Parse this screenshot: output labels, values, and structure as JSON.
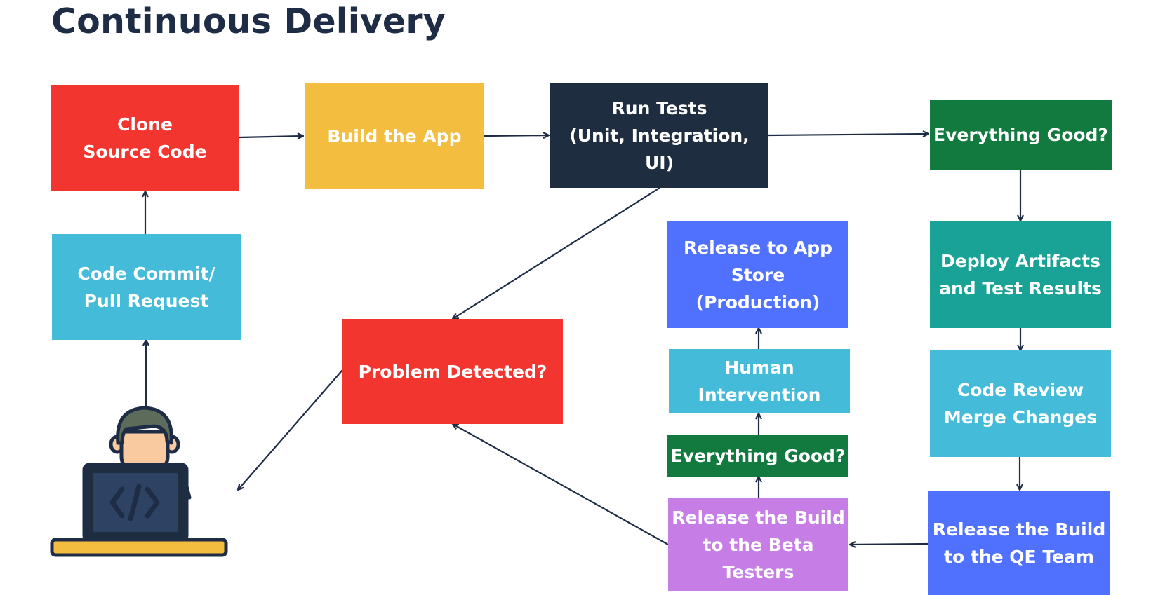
{
  "title": "Continuous Delivery",
  "colors": {
    "red": "#f2352e",
    "yellow": "#f3bd40",
    "navy": "#1f2d41",
    "green": "#127a3e",
    "teal": "#18a396",
    "cyan": "#44bbd8",
    "blue": "#5071fe",
    "purple": "#c67ee6",
    "arrow": "#1e2d45"
  },
  "nodes": {
    "clone": {
      "lines": [
        "Clone",
        "Source Code"
      ],
      "color": "red"
    },
    "build": {
      "lines": [
        "Build the App"
      ],
      "color": "yellow"
    },
    "tests": {
      "lines": [
        "Run Tests",
        "(Unit, Integration, UI)"
      ],
      "color": "navy"
    },
    "good1": {
      "lines": [
        "Everything Good?"
      ],
      "color": "green"
    },
    "commit": {
      "lines": [
        "Code Commit/",
        "Pull Request"
      ],
      "color": "cyan"
    },
    "problem": {
      "lines": [
        "Problem Detected?"
      ],
      "color": "red"
    },
    "release_store": {
      "lines": [
        "Release to App",
        "Store",
        "(Production)"
      ],
      "color": "blue"
    },
    "human": {
      "lines": [
        "Human",
        "Intervention"
      ],
      "color": "cyan"
    },
    "good2": {
      "lines": [
        "Everything Good?"
      ],
      "color": "green"
    },
    "beta": {
      "lines": [
        "Release the Build",
        "to the Beta",
        "Testers"
      ],
      "color": "purple"
    },
    "deploy": {
      "lines": [
        "Deploy Artifacts",
        "and Test Results"
      ],
      "color": "teal"
    },
    "review": {
      "lines": [
        "Code Review",
        "Merge Changes"
      ],
      "color": "cyan"
    },
    "qe": {
      "lines": [
        "Release the Build",
        "to the QE Team"
      ],
      "color": "blue"
    }
  },
  "developer": {
    "icon": "developer-at-laptop-icon",
    "symbol": "</>"
  }
}
